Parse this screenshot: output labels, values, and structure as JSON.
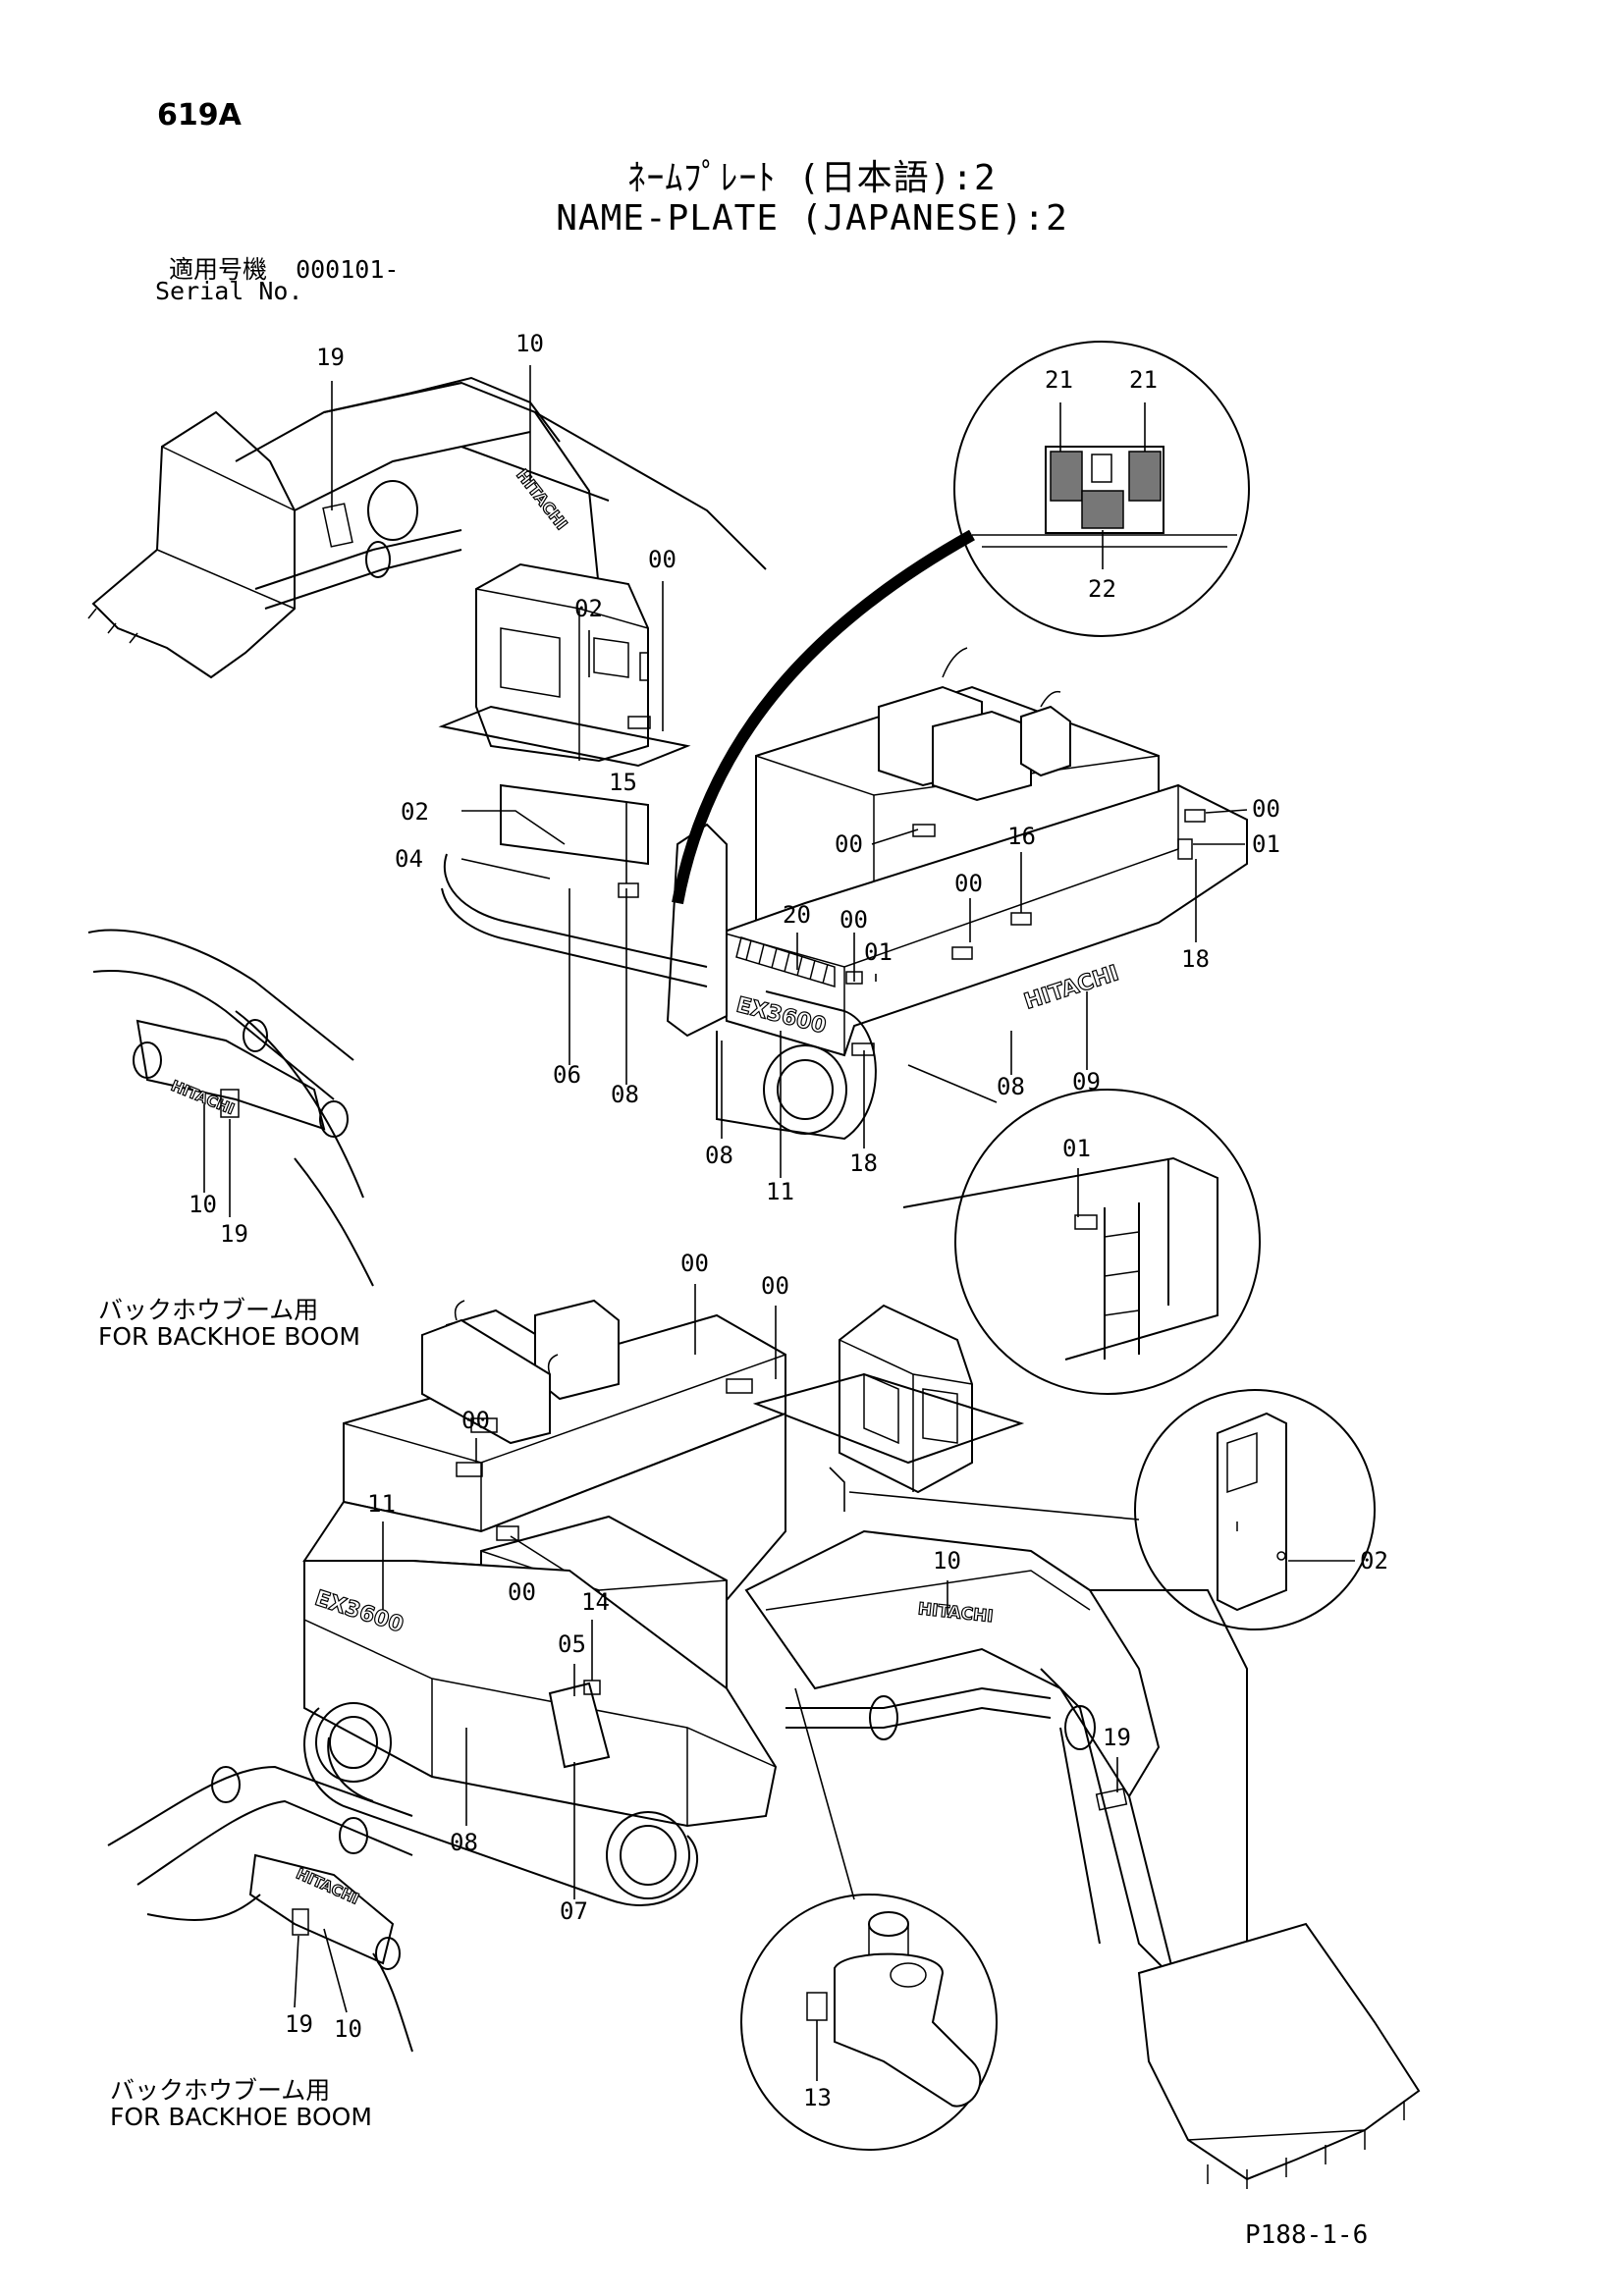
{
  "header": {
    "page_code": "619A",
    "title_japanese": "ﾈｰﾑﾌﾟﾚｰﾄ (日本語):2",
    "title_english": "NAME-PLATE (JAPANESE):2",
    "serial_label_japanese": "適用号機",
    "serial_value": "000101-",
    "serial_label_english": "Serial No."
  },
  "captions": {
    "backhoe_jp_1": "バックホウブーム用",
    "backhoe_en_1": "FOR BACKHOE BOOM",
    "backhoe_jp_2": "バックホウブーム用",
    "backhoe_en_2": "FOR BACKHOE BOOM"
  },
  "brand": {
    "maker": "HITACHI",
    "model": "EX3600"
  },
  "callouts": {
    "top": [
      "19",
      "10",
      "00",
      "02",
      "15",
      "02",
      "04",
      "06",
      "08",
      "20",
      "00",
      "00",
      "16",
      "00",
      "01",
      "18",
      "09",
      "08",
      "08",
      "11",
      "18"
    ],
    "top_detail_circle": [
      "21",
      "21",
      "22"
    ],
    "ladder_detail": [
      "01"
    ],
    "left_inset_top": [
      "10",
      "19"
    ],
    "bottom": [
      "00",
      "00",
      "00",
      "11",
      "00",
      "14",
      "05",
      "08",
      "07",
      "10",
      "19"
    ],
    "door_detail": [
      "02"
    ],
    "left_inset_bottom": [
      "19",
      "10"
    ],
    "cylinder_detail": [
      "13"
    ]
  },
  "footer": {
    "page_ref": "P188-1-6"
  }
}
